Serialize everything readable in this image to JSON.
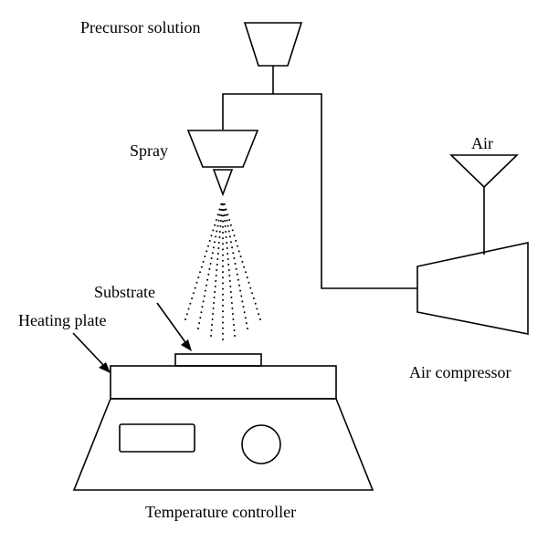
{
  "labels": {
    "precursor_solution": "Precursor solution",
    "spray": "Spray",
    "air": "Air",
    "substrate": "Substrate",
    "heating_plate": "Heating plate",
    "air_compressor": "Air compressor",
    "temperature_controller": "Temperature controller"
  },
  "colors": {
    "line": "#000000",
    "background": "#ffffff"
  }
}
